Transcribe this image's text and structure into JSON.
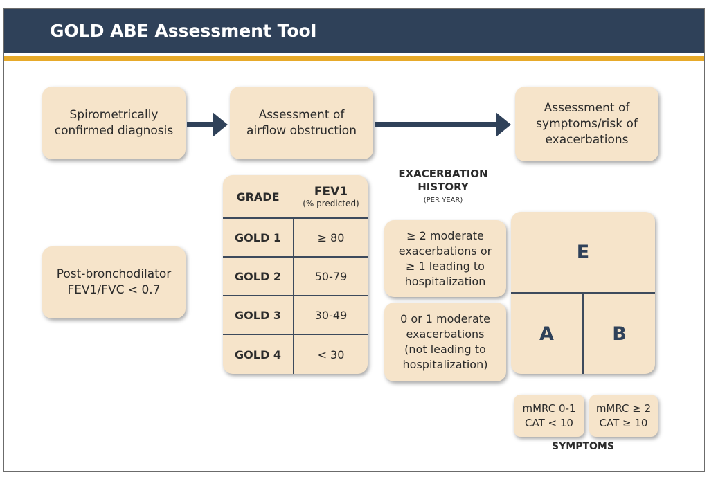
{
  "header": {
    "title": "GOLD ABE Assessment Tool"
  },
  "flow": {
    "step1": "Spirometrically\nconfirmed diagnosis",
    "step2": "Assessment of\nairflow obstruction",
    "step3": "Assessment of\nsymptoms/risk of\nexacerbations"
  },
  "diagnosis_criterion": "Post-bronchodilator\nFEV1/FVC < 0.7",
  "grade_table": {
    "col_grade": "GRADE",
    "col_fev1": "FEV1",
    "col_fev1_sub": "(% predicted)",
    "rows": [
      {
        "grade": "GOLD 1",
        "fev1": "≥ 80"
      },
      {
        "grade": "GOLD 2",
        "fev1": "50-79"
      },
      {
        "grade": "GOLD 3",
        "fev1": "30-49"
      },
      {
        "grade": "GOLD 4",
        "fev1": "< 30"
      }
    ]
  },
  "exacerbation": {
    "heading": "EXACERBATION\nHISTORY",
    "subheading": "(PER YEAR)",
    "high": "≥ 2 moderate\nexacerbations or\n≥ 1 leading to\nhospitalization",
    "low": "0 or 1 moderate\nexacerbations\n(not leading to\nhospitalization)"
  },
  "groups": {
    "e": "E",
    "a": "A",
    "b": "B"
  },
  "symptoms": {
    "low": "mMRC 0-1\nCAT < 10",
    "high": "mMRC ≥ 2\nCAT ≥ 10",
    "label": "SYMPTOMS"
  },
  "colors": {
    "header_bg": "#2f4159",
    "accent_rule": "#e7aa2a",
    "box_fill": "#f6e4ca",
    "arrow": "#2f4159"
  }
}
